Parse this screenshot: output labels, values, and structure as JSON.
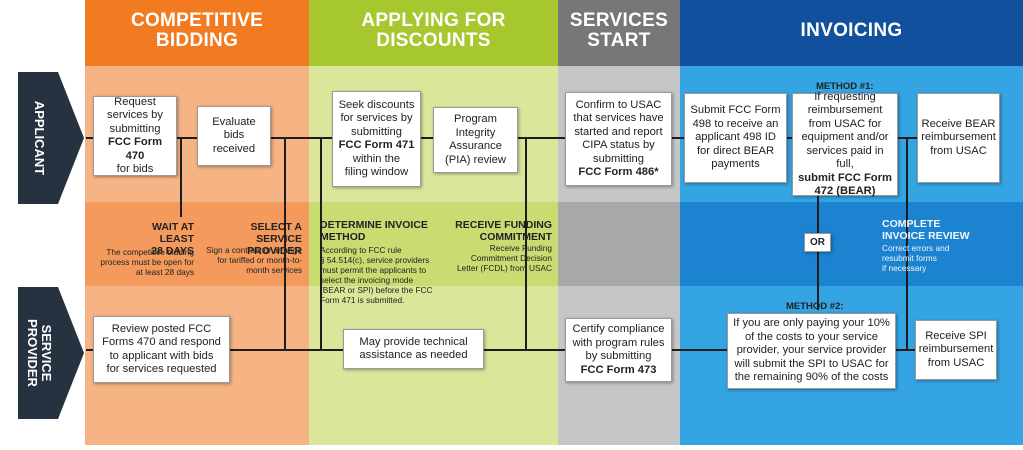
{
  "columns": {
    "bidding": "COMPETITIVE\nBIDDING",
    "discounts": "APPLYING FOR\nDISCOUNTS",
    "services": "SERVICES\nSTART",
    "invoicing": "INVOICING"
  },
  "lanes": {
    "applicant": "APPLICANT",
    "provider": "SERVICE\nPROVIDER"
  },
  "boxes": {
    "request": [
      "Request",
      "services by",
      "submitting",
      "FCC Form 470",
      "for bids"
    ],
    "evaluate": [
      "Evaluate",
      "bids",
      "received"
    ],
    "seek": [
      "Seek discounts",
      "for services by",
      "submitting",
      "FCC Form 471",
      "within the",
      "filing window"
    ],
    "pia": [
      "Program",
      "Integrity",
      "Assurance",
      "(PIA) review"
    ],
    "confirm": [
      "Confirm to USAC",
      "that services have",
      "started and report",
      "CIPA status by",
      "submitting",
      "FCC Form 486*"
    ],
    "submit498": [
      "Submit FCC Form",
      "498 to receive an",
      "applicant 498 ID",
      "for direct BEAR",
      "payments"
    ],
    "requesting": [
      "If requesting",
      "reimbursement",
      "from USAC for",
      "equipment and/or",
      "services paid in full,",
      "submit FCC Form",
      "472 (BEAR)"
    ],
    "bear": [
      "Receive BEAR",
      "reimbursement",
      "from USAC"
    ],
    "review470": [
      "Review posted FCC",
      "Forms 470 and respond",
      "to applicant with bids",
      "for services requested"
    ],
    "tech": [
      "May provide technical",
      "assistance as needed"
    ],
    "certify": [
      "Certify compliance",
      "with program rules",
      "by submitting",
      "FCC Form 473"
    ],
    "spi_text": [
      "If you are only paying your 10%",
      "of the costs to your service",
      "provider, your service provider",
      "will submit the SPI to USAC for",
      "the remaining 90% of the costs"
    ],
    "spi": [
      "Receive SPI",
      "reimbursement",
      "from USAC"
    ]
  },
  "notes": {
    "wait": {
      "title": "WAIT AT LEAST\n28 DAYS",
      "body": "The competitive bidding\nprocess must be open for\nat least 28 days"
    },
    "select": {
      "title": "SELECT A SERVICE\nPROVIDER",
      "body": "Sign a contract or arrange\nfor tariffed or month-to-\nmonth services"
    },
    "determine": {
      "title": "DETERMINE INVOICE\nMETHOD",
      "body": "According to FCC rule\n§ 54.514(c), service providers\nmust permit the applicants to\nselect the invoicing mode\n(BEAR or SPI) before the FCC\nForm 471 is submitted."
    },
    "funding": {
      "title": "RECEIVE FUNDING\nCOMMITMENT",
      "body": "Receive Funding\nCommitment Decision\nLetter (FCDL) from USAC"
    },
    "complete": {
      "title": "COMPLETE\nINVOICE REVIEW",
      "body": "Correct errors and\nresubmit forms\nif necessary"
    }
  },
  "labels": {
    "method1": "METHOD #1:",
    "method2": "METHOD #2:",
    "or": "OR"
  },
  "colors": {
    "orange_head": "#f27b22",
    "orange_light": "#f6b383",
    "orange_mid": "#f39a5c",
    "green_head": "#a6c72d",
    "green_light": "#dbe69b",
    "green_mid": "#c9dc72",
    "gray_head": "#77777a",
    "gray_light": "#c5c6c8",
    "gray_mid": "#a8a9ab",
    "blue_head": "#11509c",
    "blue_light": "#34a4e2",
    "blue_mid": "#1c83d0",
    "lane_dark": "#263240"
  }
}
